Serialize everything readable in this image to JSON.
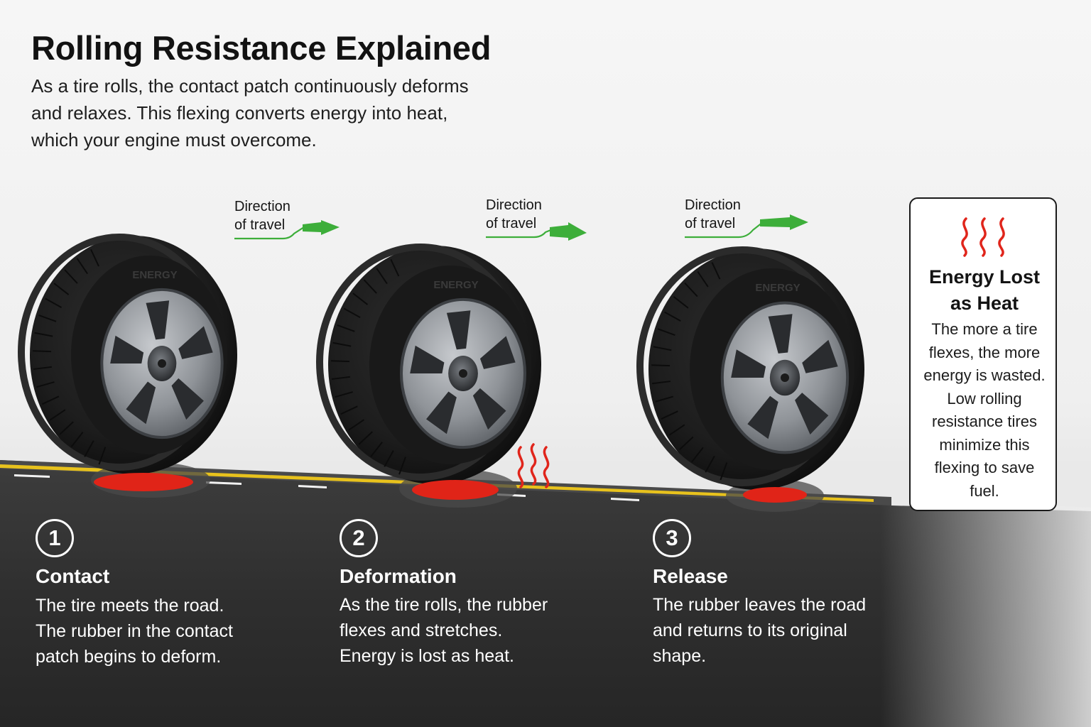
{
  "header": {
    "title": "Rolling Resistance Explained",
    "subtitle_lines": [
      "As a tire rolls, the contact patch continuously deforms",
      "and relaxes. This flexing converts energy into heat,",
      "which your engine must overcome."
    ]
  },
  "direction_label": [
    "Direction",
    "of travel"
  ],
  "tire_sidewall_text": "ENERGY",
  "steps": [
    {
      "number": "1",
      "title": "Contact",
      "text_lines": [
        "The tire meets the road.",
        "The rubber in the contact",
        "patch begins to deform."
      ]
    },
    {
      "number": "2",
      "title": "Deformation",
      "text_lines": [
        "As the tire rolls, the rubber",
        "flexes and stretches.",
        "Energy is lost as heat."
      ]
    },
    {
      "number": "3",
      "title": "Release",
      "text_lines": [
        "The rubber leaves the road",
        "and returns to its original",
        "shape."
      ]
    }
  ],
  "info_card": {
    "icon": "heat-waves-icon",
    "title_lines": [
      "Energy Lost",
      "as Heat"
    ],
    "text_lines": [
      "The more a tire",
      "flexes, the more",
      "energy is wasted.",
      "Low rolling",
      "resistance tires",
      "minimize this",
      "flexing to save",
      "fuel."
    ]
  },
  "colors": {
    "arrow_green": "#3dae3a",
    "contact_patch_red": "#e02418",
    "heat_red": "#e0251b",
    "road_asphalt": "#323232",
    "lane_yellow": "#e8c21d",
    "tire_rubber": "#1c1c1c",
    "rim_silver": "#8f9398",
    "text_dark": "#141414",
    "text_light": "#ffffff"
  }
}
